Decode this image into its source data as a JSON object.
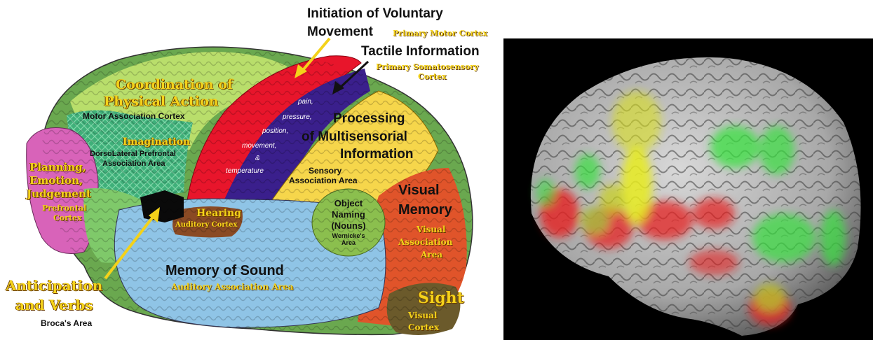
{
  "colors": {
    "motor_cortex": "#e8152b",
    "somatosensory": "#3a1f8c",
    "sensory_assoc": "#f6d64b",
    "visual_assoc": "#e0542a",
    "temporal": "#8fc4e6",
    "prefrontal": "#d863b9",
    "dorsolateral": "#4fbf8d",
    "motor_assoc": "#b9de6b",
    "wernicke": "#8bbf4e",
    "visual_cortex": "#6b5a2b",
    "label_yellow": "#f4d21a",
    "activation_red": "#e62020",
    "activation_green": "#38e040",
    "activation_yellow": "#d8e020"
  },
  "labels": {
    "initiation_title": "Initiation of Voluntary",
    "movement": "Movement",
    "primary_motor": "Primary Motor Cortex",
    "tactile": "Tactile Information",
    "somatosensory_1": "Primary Somatosensory",
    "somatosensory_2": "Cortex",
    "coordination_1": "Coordination of",
    "coordination_2": "Physical Action",
    "motor_assoc": "Motor Association Cortex",
    "imagination": "Imagination",
    "dorsolateral_1": "DorsoLateral Prefrontal",
    "dorsolateral_2": "Association Area",
    "planning": "Planning,",
    "emotion": "Emotion,",
    "judgement": "Judgement",
    "prefrontal_1": "Prefrontal",
    "prefrontal_2": "Cortex",
    "pain": "pain,",
    "pressure": "pressure,",
    "position": "position,",
    "movement_small": "movement,",
    "amp": "&",
    "temperature": "temperature",
    "processing_1": "Processing",
    "processing_2": "of Multisensorial",
    "processing_3": "Information",
    "sensory_1": "Sensory",
    "sensory_2": "Association Area",
    "hearing": "Hearing",
    "auditory_cortex": "Auditory Cortex",
    "object_1": "Object",
    "object_2": "Naming",
    "object_3": "(Nouns)",
    "wernicke_1": "Wernicke's",
    "wernicke_2": "Area",
    "visual_memory_1": "Visual",
    "visual_memory_2": "Memory",
    "visual_assoc_1": "Visual",
    "visual_assoc_2": "Association",
    "visual_assoc_3": "Area",
    "memory_sound": "Memory of Sound",
    "auditory_assoc": "Auditory Association Area",
    "anticipation_1": "Anticipation",
    "anticipation_2": "and Verbs",
    "broca": "Broca's Area",
    "sight": "Sight",
    "visual_cortex_1": "Visual",
    "visual_cortex_2": "Cortex"
  }
}
